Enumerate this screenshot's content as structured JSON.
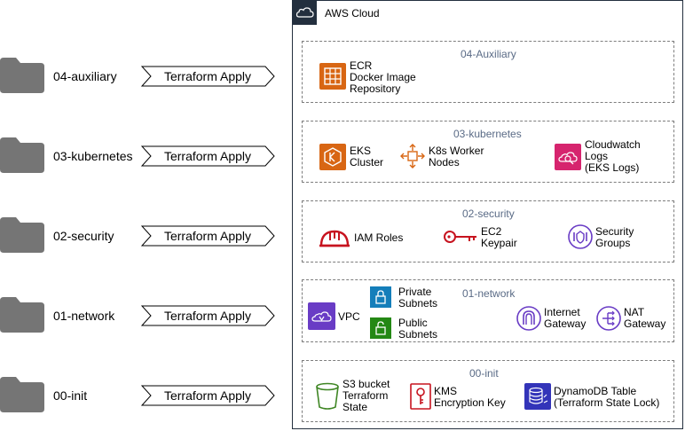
{
  "folders": [
    {
      "label": "04-auxiliary",
      "action": "Terraform Apply"
    },
    {
      "label": "03-kubernetes",
      "action": "Terraform Apply"
    },
    {
      "label": "02-security",
      "action": "Terraform Apply"
    },
    {
      "label": "01-network",
      "action": "Terraform Apply"
    },
    {
      "label": "00-init",
      "action": "Terraform Apply"
    }
  ],
  "cloud": {
    "title": "AWS Cloud"
  },
  "groups": {
    "auxiliary": {
      "title": "04-Auxiliary",
      "ecr": {
        "line1": "ECR",
        "line2": "Docker Image",
        "line3": "Repository"
      }
    },
    "kubernetes": {
      "title": "03-kubernetes",
      "eks": {
        "line1": "EKS",
        "line2": "Cluster"
      },
      "nodes": {
        "line1": "K8s Worker",
        "line2": "Nodes"
      },
      "logs": {
        "line1": "Cloudwatch",
        "line2": "Logs",
        "line3": "(EKS Logs)"
      }
    },
    "security": {
      "title": "02-security",
      "iam": {
        "line1": "IAM Roles"
      },
      "keypair": {
        "line1": "EC2",
        "line2": "Keypair"
      },
      "sg": {
        "line1": "Security",
        "line2": "Groups"
      }
    },
    "network": {
      "title": "01-network",
      "vpc": {
        "line1": "VPC"
      },
      "private": {
        "line1": "Private",
        "line2": "Subnets"
      },
      "public": {
        "line1": "Public",
        "line2": "Subnets"
      },
      "igw": {
        "line1": "Internet",
        "line2": "Gateway"
      },
      "nat": {
        "line1": "NAT",
        "line2": "Gateway"
      }
    },
    "init": {
      "title": "00-init",
      "s3": {
        "line1": "S3 bucket",
        "line2": "Terraform",
        "line3": "State"
      },
      "kms": {
        "line1": "KMS",
        "line2": "Encryption Key"
      },
      "dynamo": {
        "line1": "DynamoDB Table",
        "line2": "(Terraform State Lock)"
      }
    }
  },
  "colors": {
    "folder": "#757575",
    "cloud_border": "#232f3e",
    "group_title": "#5a6b86",
    "ecr": "#d86613",
    "eks": "#d86613",
    "cloudwatch": "#d6246e",
    "security_red": "#c7131f",
    "network_purple": "#693cc5",
    "subnet_blue": "#147eba",
    "subnet_green": "#248814",
    "s3_green": "#3f8624",
    "dynamo_blue": "#3334b9"
  }
}
